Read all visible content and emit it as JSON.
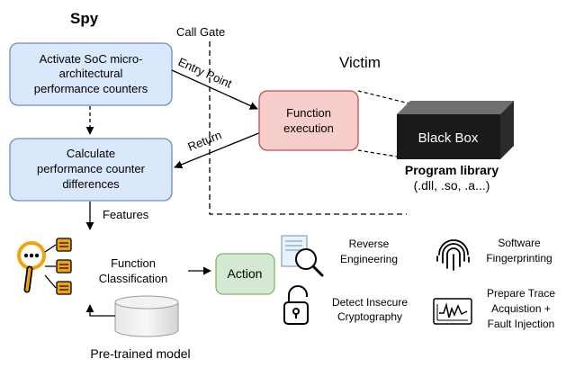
{
  "headings": {
    "spy": "Spy",
    "call_gate": "Call Gate",
    "victim": "Victim"
  },
  "boxes": {
    "activate": [
      "Activate SoC micro-",
      "architectural",
      "performance counters"
    ],
    "calculate": [
      "Calculate",
      "performance counter",
      "differences"
    ],
    "function_exec": [
      "Function",
      "execution"
    ],
    "action": "Action",
    "black_box": "Black Box"
  },
  "edge_labels": {
    "entry_point": "Entry Point",
    "return": "Return",
    "features": "Features"
  },
  "victim_library": [
    "Program library",
    "(.dll, .so, .a...)"
  ],
  "classification": [
    "Function",
    "Classification"
  ],
  "model": "Pre-trained model",
  "actions": {
    "reverse_engineering": [
      "Reverse",
      "Engineering"
    ],
    "software_fingerprinting": [
      "Software",
      "Fingerprinting"
    ],
    "detect_insecure_crypto": [
      "Detect Insecure",
      "Cryptography"
    ],
    "prepare_trace": [
      "Prepare Trace",
      "Acquistion +",
      "Fault Injection"
    ]
  },
  "colors": {
    "blue_fill": "#dae8fc",
    "blue_stroke": "#6c8ebf",
    "red_fill": "#f8cecc",
    "red_stroke": "#b85450",
    "green_fill": "#d5e8d4",
    "green_stroke": "#82b366",
    "orange_accent": "#f0a30a",
    "black_box_fill": "#1a1a1a"
  },
  "icons": {
    "classifier": "magnifier-with-documents-icon",
    "database": "database-cylinder-icon",
    "reverse_engineering": "magnifier-document-icon",
    "fingerprint": "fingerprint-icon",
    "padlock": "padlock-icon",
    "trace": "oscilloscope-trace-icon"
  }
}
